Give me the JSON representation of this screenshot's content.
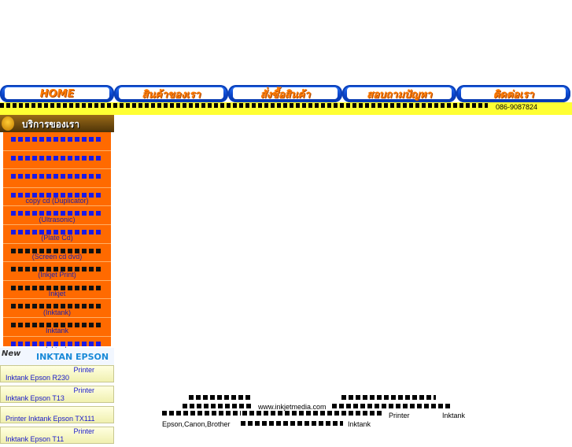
{
  "nav": {
    "items": [
      {
        "label": "HOME"
      },
      {
        "label": "สินค้าของเรา"
      },
      {
        "label": "สั่งซื้อสินค้า"
      },
      {
        "label": "สอบถามปัญหา"
      },
      {
        "label": "ติดต่อเรา"
      }
    ]
  },
  "topbar": {
    "phone": "086-9087824"
  },
  "services": {
    "title": "บริการของเรา",
    "items": [
      {
        "text": ""
      },
      {
        "text": ""
      },
      {
        "text": ""
      },
      {
        "text": "copy cd (Duplicator)"
      },
      {
        "text": "(Ultrasonic)"
      },
      {
        "text": "(Plate Cd)"
      },
      {
        "text": "(Screen cd dvd)"
      },
      {
        "text": "(Inkjet Print)"
      },
      {
        "text": "Inkjet"
      },
      {
        "text": "(Inktank)"
      },
      {
        "text": "Inktank"
      },
      {
        "text": "Inktank"
      }
    ]
  },
  "new_products": {
    "badge": "New",
    "title": "INKTAN EPSON",
    "items": [
      {
        "line1": "Printer",
        "line2": "Inktank Epson R230"
      },
      {
        "line1": "Printer",
        "line2": "Inktank Epson T13"
      },
      {
        "line1": "",
        "line2": "Printer Inktank Epson TX111"
      },
      {
        "line1": "Printer",
        "line2": "Inktank Epson T11"
      }
    ]
  },
  "footer": {
    "website": "www.inkjetmedia.com",
    "printer": "Printer",
    "inktank": "Inktank",
    "brands": "Epson,Canon,Brother",
    "inktank2": "Inktank"
  }
}
